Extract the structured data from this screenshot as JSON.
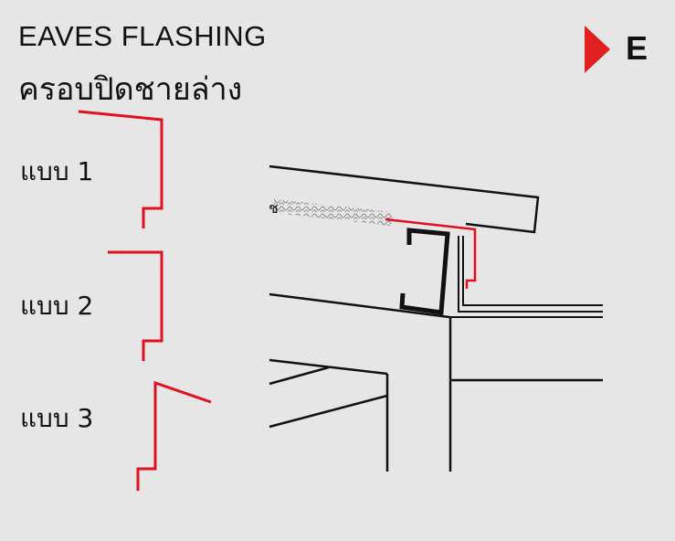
{
  "title": {
    "english": "EAVES  FLASHING",
    "thai": "ครอบปิดชายล่าง"
  },
  "badge": {
    "letter": "E",
    "accent_color": "#e02020"
  },
  "types": [
    {
      "label": "แบบ  1"
    },
    {
      "label": "แบบ  2"
    },
    {
      "label": "แบบ  3"
    }
  ],
  "colors": {
    "flashing_red": "#e0101e",
    "line_black": "#111111",
    "background": "#e6e6e6"
  }
}
